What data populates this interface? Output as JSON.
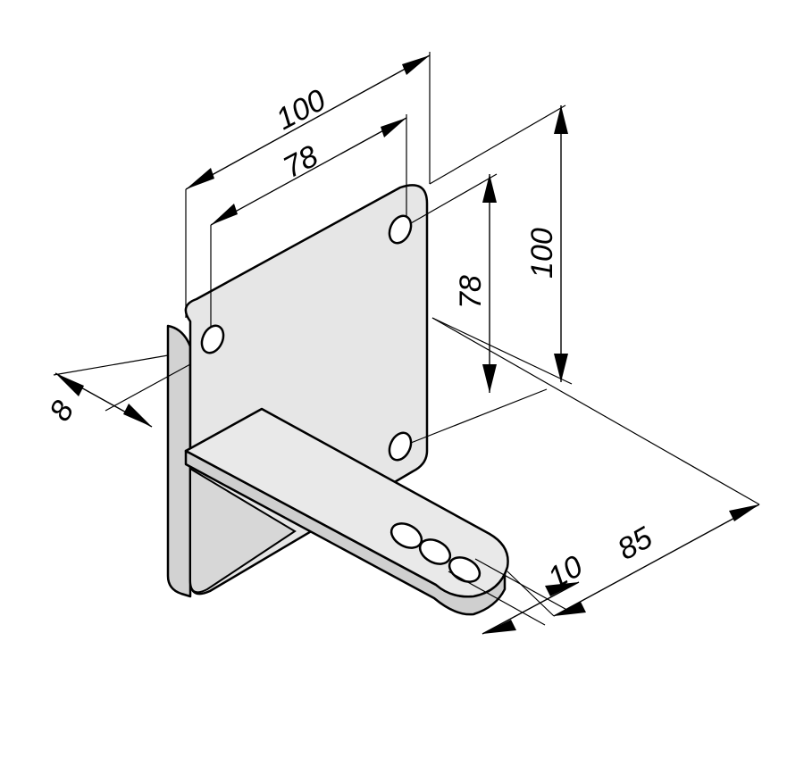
{
  "dimensions": {
    "plate_width": "100",
    "hole_spacing_horizontal": "78",
    "plate_height": "100",
    "hole_spacing_vertical": "78",
    "plate_thickness": "8",
    "arm_width": "10",
    "arm_length": "85"
  },
  "colors": {
    "plate_face": "#e6e6e6",
    "plate_side": "#d2d2d2",
    "arm_top": "#e9e9e9",
    "arm_side": "#cfcfcf",
    "line": "#000000",
    "background": "#ffffff"
  }
}
